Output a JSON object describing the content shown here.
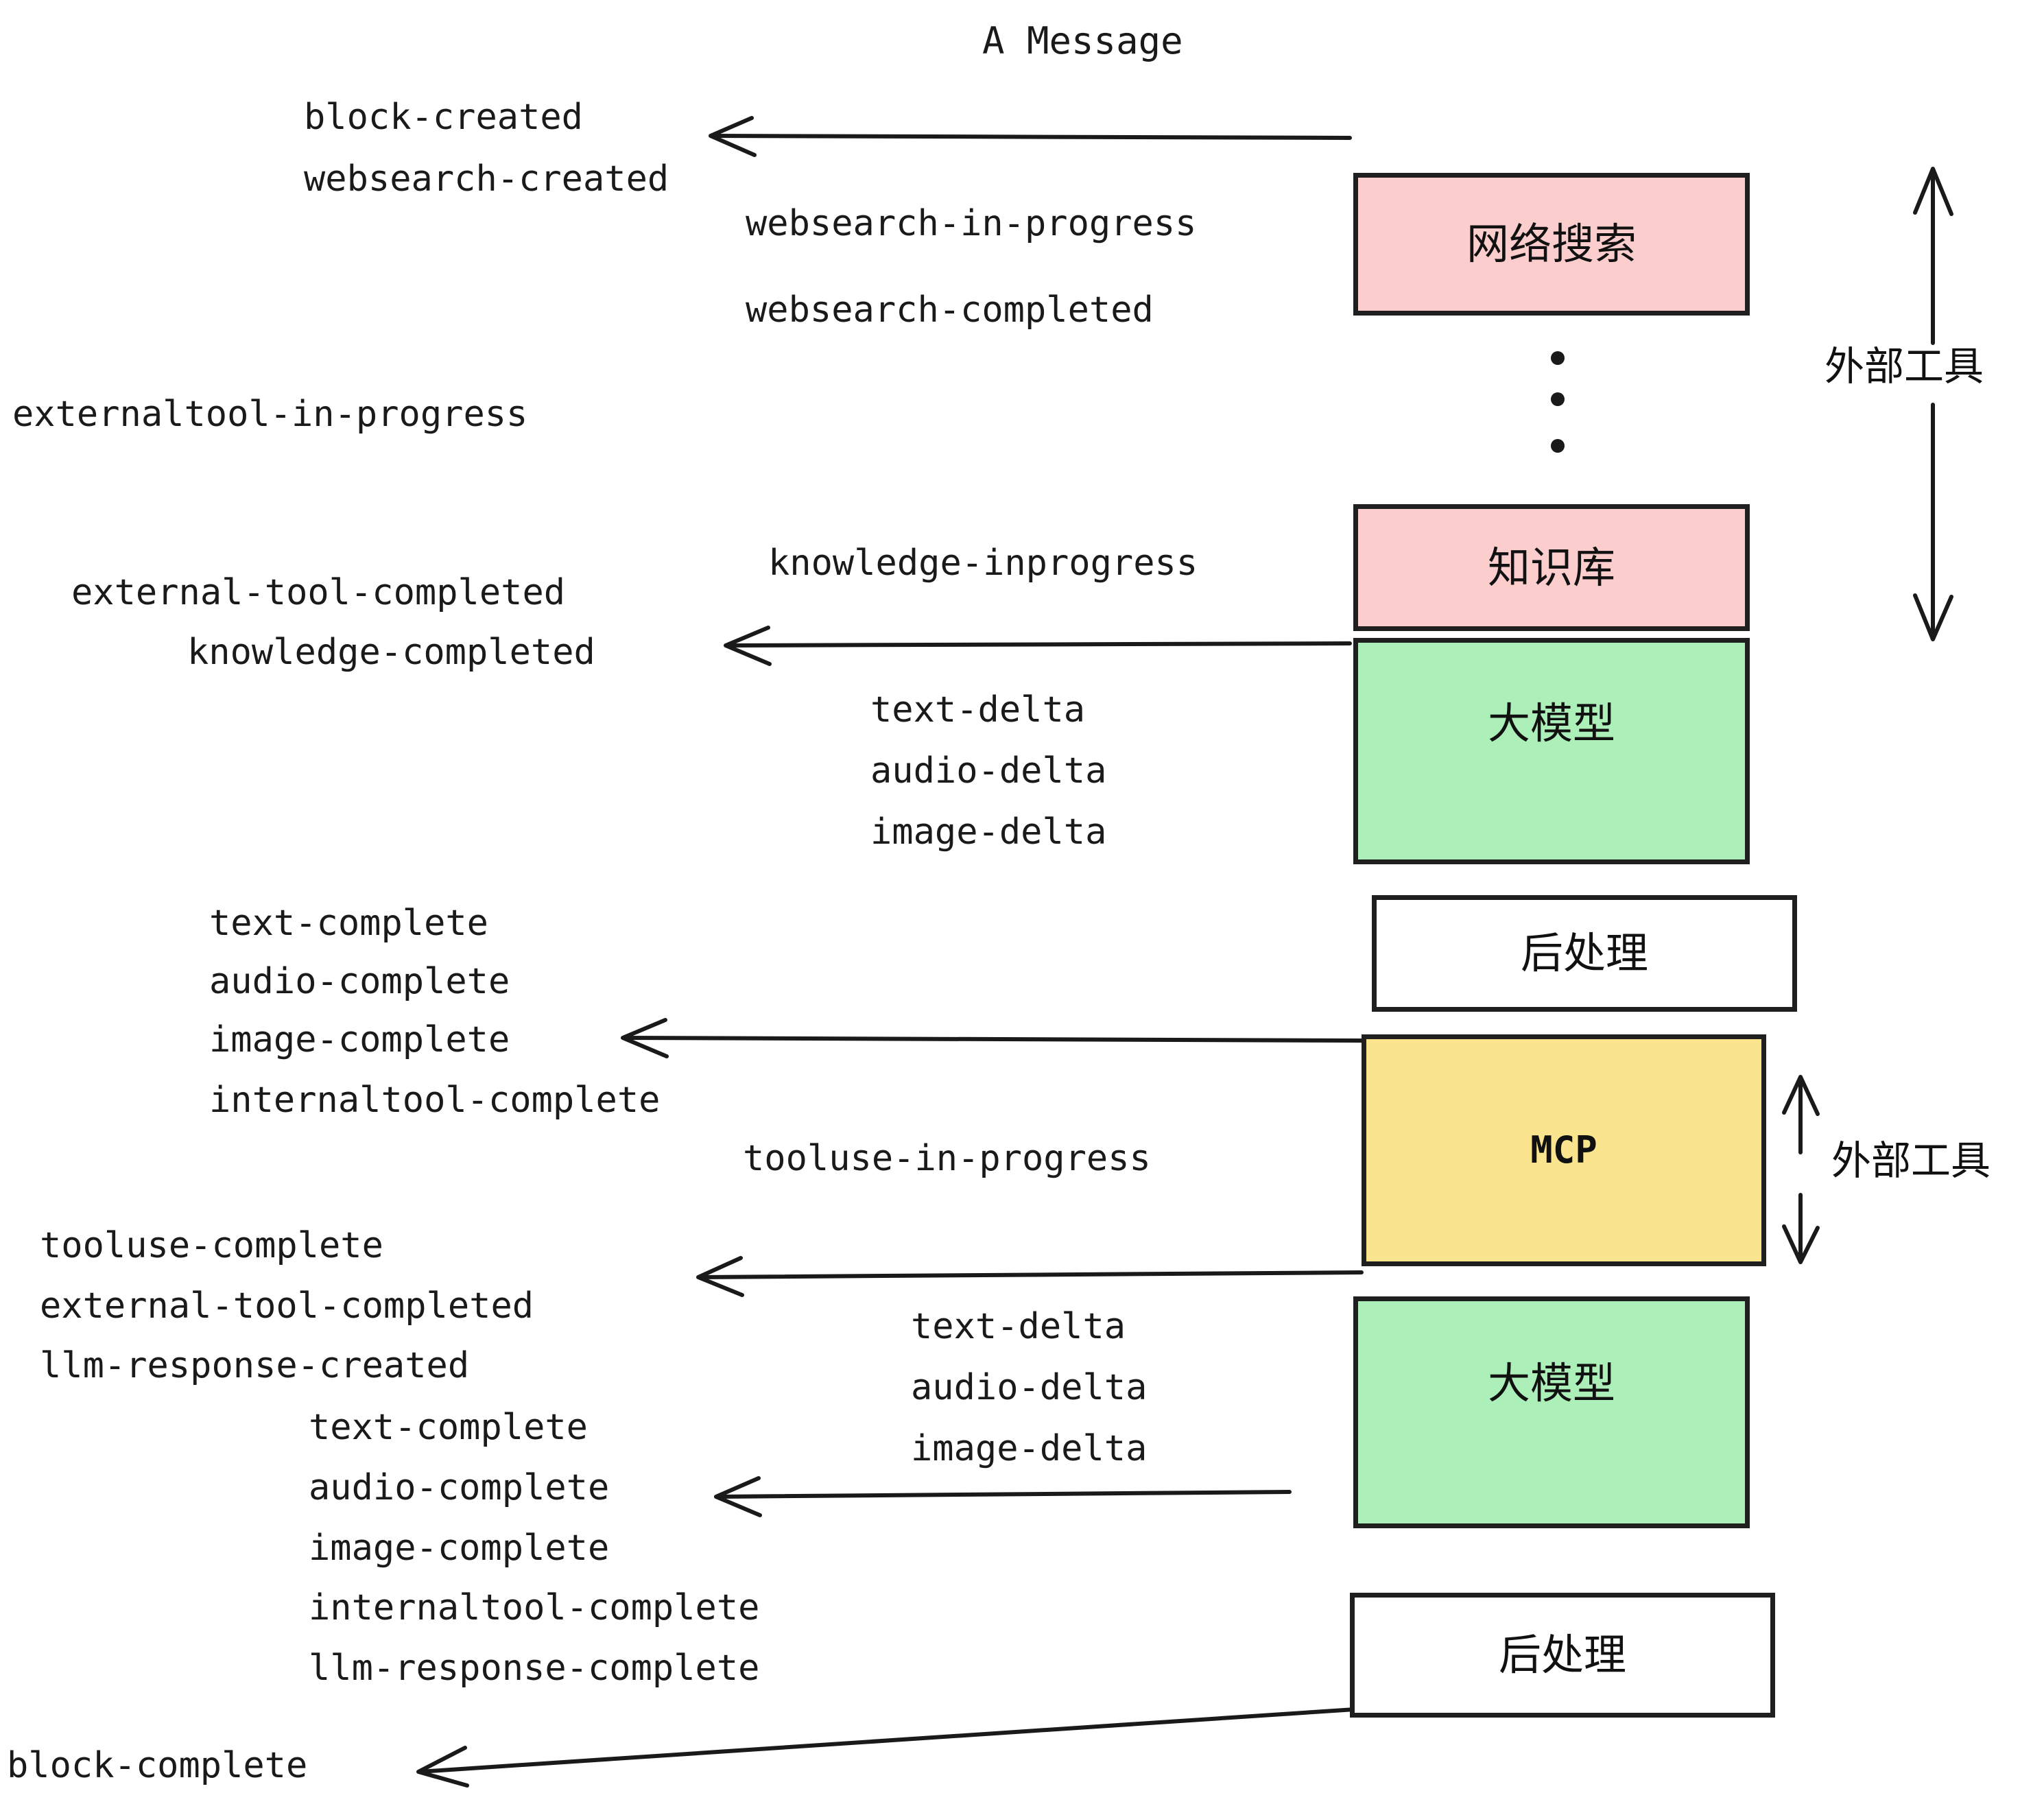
{
  "diagram": {
    "title": "A Message",
    "colors": {
      "external_tool": "#fccdcd",
      "llm": "#adefb9",
      "mcp": "#fbe48e",
      "postprocess": "#ffffff",
      "stroke": "#1f1f1f",
      "text": "#1a1a1a"
    },
    "nodes": [
      {
        "id": "websearch",
        "label": "网络搜索",
        "fill": "#fccdcd",
        "kind": "external-tool"
      },
      {
        "id": "knowledge",
        "label": "知识库",
        "fill": "#fccdcd",
        "kind": "external-tool"
      },
      {
        "id": "llm-1",
        "label": "大模型",
        "fill": "#adefb9",
        "kind": "llm"
      },
      {
        "id": "postprocess-1",
        "label": "后处理",
        "fill": "#ffffff",
        "kind": "postprocess"
      },
      {
        "id": "mcp",
        "label": "MCP",
        "fill": "#fbe48e",
        "kind": "mcp"
      },
      {
        "id": "llm-2",
        "label": "大模型",
        "fill": "#adefb9",
        "kind": "llm"
      },
      {
        "id": "postprocess-2",
        "label": "后处理",
        "fill": "#ffffff",
        "kind": "postprocess"
      }
    ],
    "side_labels": [
      {
        "id": "external-tool-top",
        "label": "外部工具"
      },
      {
        "id": "external-tool-bottom",
        "label": "外部工具"
      }
    ],
    "events": [
      {
        "id": "block-created",
        "label": "block-created"
      },
      {
        "id": "websearch-created",
        "label": "websearch-created"
      },
      {
        "id": "websearch-in-progress",
        "label": "websearch-in-progress"
      },
      {
        "id": "websearch-completed",
        "label": "websearch-completed"
      },
      {
        "id": "externaltool-in-progress",
        "label": "externaltool-in-progress"
      },
      {
        "id": "knowledge-inprogress",
        "label": "knowledge-inprogress"
      },
      {
        "id": "external-tool-completed-1",
        "label": "external-tool-completed"
      },
      {
        "id": "knowledge-completed",
        "label": "knowledge-completed"
      },
      {
        "id": "text-delta-1",
        "label": "text-delta"
      },
      {
        "id": "audio-delta-1",
        "label": "audio-delta"
      },
      {
        "id": "image-delta-1",
        "label": "image-delta"
      },
      {
        "id": "text-complete-1",
        "label": "text-complete"
      },
      {
        "id": "audio-complete-1",
        "label": "audio-complete"
      },
      {
        "id": "image-complete-1",
        "label": "image-complete"
      },
      {
        "id": "internaltool-complete-1",
        "label": "internaltool-complete"
      },
      {
        "id": "tooluse-in-progress",
        "label": "tooluse-in-progress"
      },
      {
        "id": "tooluse-complete",
        "label": "tooluse-complete"
      },
      {
        "id": "external-tool-completed-2",
        "label": "external-tool-completed"
      },
      {
        "id": "llm-response-created",
        "label": "llm-response-created"
      },
      {
        "id": "text-delta-2",
        "label": "text-delta"
      },
      {
        "id": "audio-delta-2",
        "label": "audio-delta"
      },
      {
        "id": "image-delta-2",
        "label": "image-delta"
      },
      {
        "id": "text-complete-2",
        "label": "text-complete"
      },
      {
        "id": "audio-complete-2",
        "label": "audio-complete"
      },
      {
        "id": "image-complete-2",
        "label": "image-complete"
      },
      {
        "id": "internaltool-complete-2",
        "label": "internaltool-complete"
      },
      {
        "id": "llm-response-complete",
        "label": "llm-response-complete"
      },
      {
        "id": "block-complete",
        "label": "block-complete"
      }
    ]
  }
}
